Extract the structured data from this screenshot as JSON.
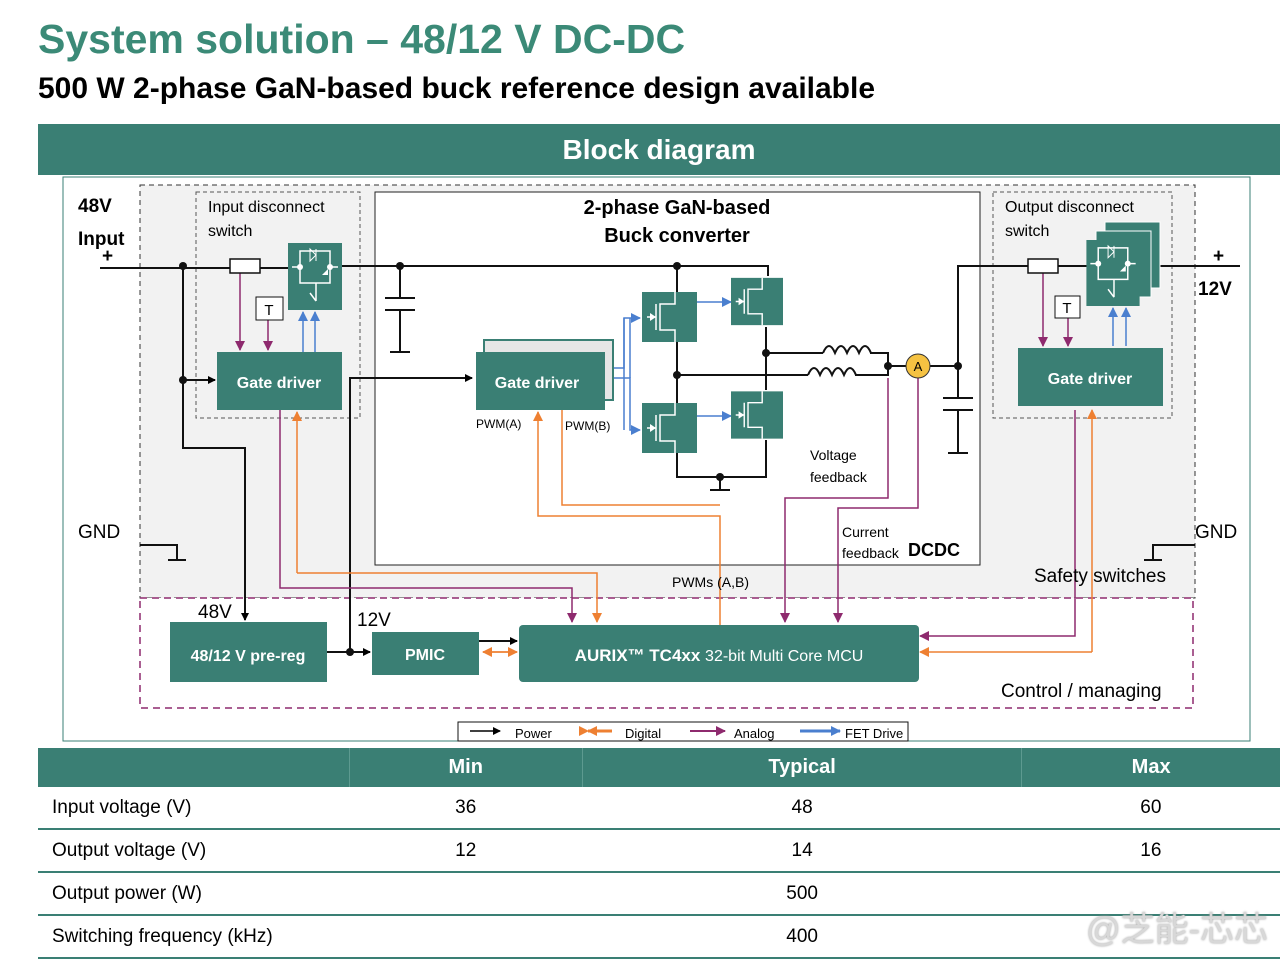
{
  "header": {
    "title": "System solution – 48/12 V DC-DC",
    "subtitle": "500 W 2-phase GaN-based buck reference design available",
    "section": "Block diagram"
  },
  "diagram": {
    "input_voltage": "48V",
    "input_label": "Input",
    "plus": "+",
    "gnd": "GND",
    "input_switch_l1": "Input disconnect",
    "input_switch_l2": "switch",
    "output_switch_l1": "Output disconnect",
    "output_switch_l2": "switch",
    "temp": "T",
    "gate_driver": "Gate driver",
    "buck_l1": "2-phase GaN-based",
    "buck_l2": "Buck converter",
    "pwm_a": "PWM(A)",
    "pwm_b": "PWM(B)",
    "ammeter": "A",
    "voltage_fb_l1": "Voltage",
    "voltage_fb_l2": "feedback",
    "current_fb_l1": "Current",
    "current_fb_l2": "feedback",
    "dcdc": "DCDC",
    "output_voltage": "12V",
    "safety": "Safety switches",
    "pwms": "PWMs (A,B)",
    "prereg_in": "48V",
    "pmic_in": "12V",
    "prereg": "48/12 V pre-reg",
    "pmic": "PMIC",
    "mcu_brand": "AURIX™ TC4xx",
    "mcu_desc": "32-bit Multi Core MCU",
    "control": "Control / managing",
    "legend": [
      {
        "label": "Power",
        "color": "#000000"
      },
      {
        "label": "Digital",
        "color": "#ee8032"
      },
      {
        "label": "Analog",
        "color": "#8e2a6e"
      },
      {
        "label": "FET Drive",
        "color": "#4a7fcf"
      }
    ]
  },
  "colors": {
    "teal": "#3a7f74",
    "title": "#3b8a77",
    "analog": "#8e2a6e",
    "digital": "#ee8032",
    "fet": "#4a7fcf",
    "ammeter": "#f5c242"
  },
  "table": {
    "headers": [
      "",
      "Min",
      "Typical",
      "Max"
    ],
    "rows": [
      [
        "Input voltage (V)",
        "36",
        "48",
        "60"
      ],
      [
        "Output voltage (V)",
        "12",
        "14",
        "16"
      ],
      [
        "Output power (W)",
        "",
        "500",
        ""
      ],
      [
        "Switching frequency (kHz)",
        "",
        "400",
        ""
      ]
    ]
  },
  "watermark": "@芝能-芯芯"
}
